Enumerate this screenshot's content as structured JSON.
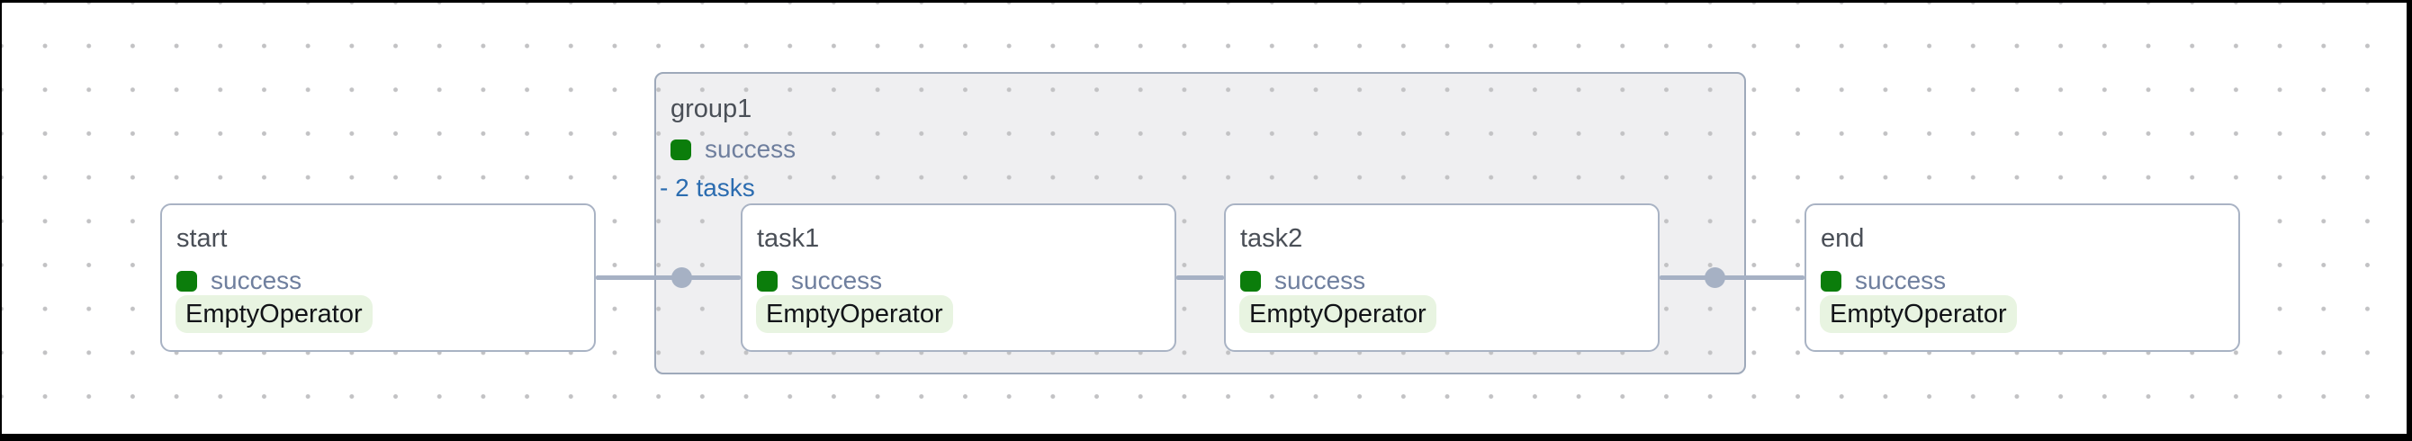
{
  "graph": {
    "group": {
      "title": "group1",
      "status": "success",
      "toggle_label": "- 2 tasks"
    },
    "nodes": [
      {
        "id": "start",
        "title": "start",
        "status": "success",
        "operator": "EmptyOperator"
      },
      {
        "id": "task1",
        "title": "task1",
        "status": "success",
        "operator": "EmptyOperator"
      },
      {
        "id": "task2",
        "title": "task2",
        "status": "success",
        "operator": "EmptyOperator"
      },
      {
        "id": "end",
        "title": "end",
        "status": "success",
        "operator": "EmptyOperator"
      }
    ],
    "edges": [
      {
        "from": "start",
        "to": "group1.task1"
      },
      {
        "from": "group1.task1",
        "to": "group1.task2"
      },
      {
        "from": "group1.task2",
        "to": "end"
      }
    ],
    "colors": {
      "success_green": "#0b7d0b",
      "status_text": "#6f7f9e",
      "operator_badge_bg": "#e8f4e1",
      "toggle_link_blue": "#2b6cb0",
      "node_border": "#a9b3c4",
      "group_border": "#9ea9ba",
      "group_bg": "#efeff1",
      "edge": "#a6b1c4",
      "dot_grid": "#c2c2c4",
      "frame": "#000000"
    }
  }
}
